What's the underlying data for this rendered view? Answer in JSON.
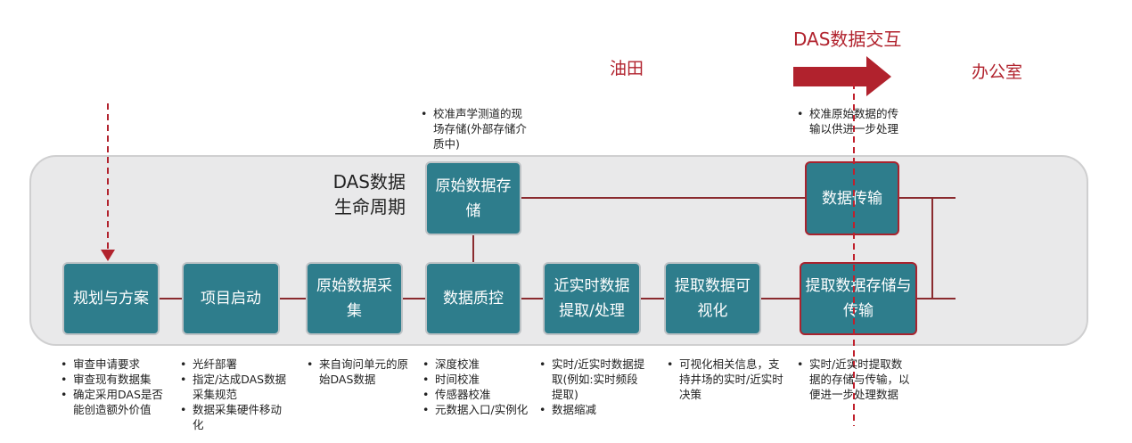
{
  "header": {
    "das_exchange": "DAS数据交互",
    "oilfield": "油田",
    "office": "办公室"
  },
  "lifecycle": {
    "title_line1": "DAS数据",
    "title_line2": "生命周期"
  },
  "boxes": {
    "planning": "规划与方案",
    "kickoff": "项目启动",
    "raw_collect": "原始数据采集",
    "raw_store": "原始数据存储",
    "qc": "数据质控",
    "near_rt": "近实时数据提取/处理",
    "visualize": "提取数据可视化",
    "transfer": "数据传输",
    "store_transfer": "提取数据存储与传输"
  },
  "notes": {
    "raw_store": [
      "校准声学测道的现场存储(外部存储介质中)"
    ],
    "transfer": [
      "校准原始数据的传输以供进一步处理"
    ],
    "planning": [
      "审查申请要求",
      "审查现有数据集",
      "确定采用DAS是否能创造额外价值"
    ],
    "kickoff": [
      "光纤部署",
      "指定/达成DAS数据采集规范",
      "数据采集硬件移动化"
    ],
    "raw_collect": [
      "来自询问单元的原始DAS数据"
    ],
    "qc": [
      "深度校准",
      "时间校准",
      "传感器校准",
      "元数据入口/实例化"
    ],
    "near_rt": [
      "实时/近实时数据提取(例如:实时频段提取)",
      "数据缩减"
    ],
    "visualize": [
      "可视化相关信息，支持井场的实时/近实时决策"
    ],
    "store_transfer": [
      "实时/近实时提取数据的存储与传输，以便进一步处理数据"
    ]
  },
  "colors": {
    "box_fill": "#2e7d8c",
    "accent_red": "#b1222d",
    "line": "#8a2b2f",
    "band": "#e9e9ea"
  }
}
